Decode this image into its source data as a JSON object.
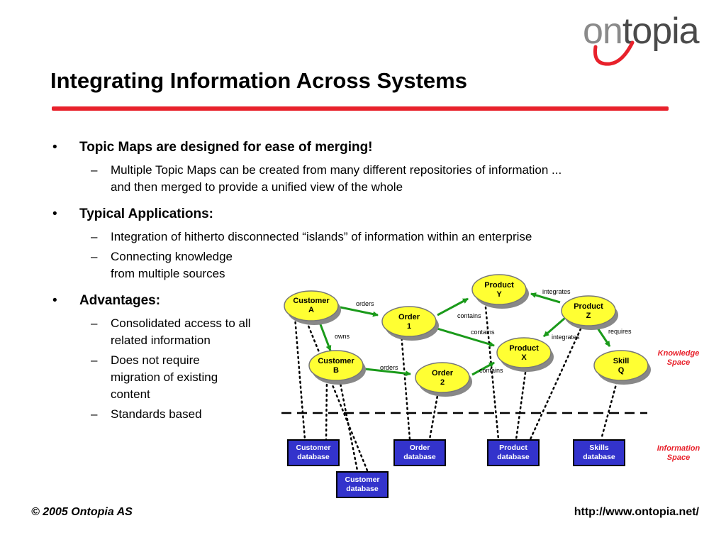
{
  "logo": {
    "text_on": "on",
    "text_topia": "topia"
  },
  "title": "Integrating Information Across Systems",
  "bullets": [
    {
      "text": "Topic Maps are designed for ease of merging!",
      "subs": [
        "Multiple Topic Maps can be created from many different repositories of information ... and then merged to provide a unified view of the whole"
      ]
    },
    {
      "text": "Typical Applications:",
      "subs": [
        "Integration of hitherto disconnected “islands” of information within an enterprise",
        "Connecting knowledge from multiple sources"
      ]
    },
    {
      "text": "Advantages:",
      "subs": [
        "Consolidated access to all related information",
        "Does not require migration of existing content",
        "Standards based"
      ]
    }
  ],
  "diagram": {
    "topics": {
      "customer_a": "Customer\nA",
      "customer_b": "Customer\nB",
      "order_1": "Order\n1",
      "order_2": "Order\n2",
      "product_y": "Product\nY",
      "product_z": "Product\nZ",
      "product_x": "Product\nX",
      "skill_q": "Skill\nQ"
    },
    "edges": {
      "orders_1": "orders",
      "owns": "owns",
      "orders_2": "orders",
      "contains_1": "contains",
      "contains_2": "contains",
      "contains_3": "contains",
      "integrates_1": "integrates",
      "integrates_2": "integrates",
      "requires": "requires"
    },
    "databases": {
      "customer_1": "Customer\ndatabase",
      "order": "Order\ndatabase",
      "product": "Product\ndatabase",
      "skills": "Skills\ndatabase",
      "customer_2": "Customer\ndatabase"
    },
    "knowledge_space": "Knowledge\nSpace",
    "information_space": "Information\nSpace",
    "colors": {
      "topic_fill": "#ffff33",
      "edge": "#1a9a1a",
      "database": "#3333cc",
      "accent": "#e8212b"
    }
  },
  "footer": {
    "copyright": "© 2005 Ontopia AS",
    "url": "http://www.ontopia.net/"
  }
}
